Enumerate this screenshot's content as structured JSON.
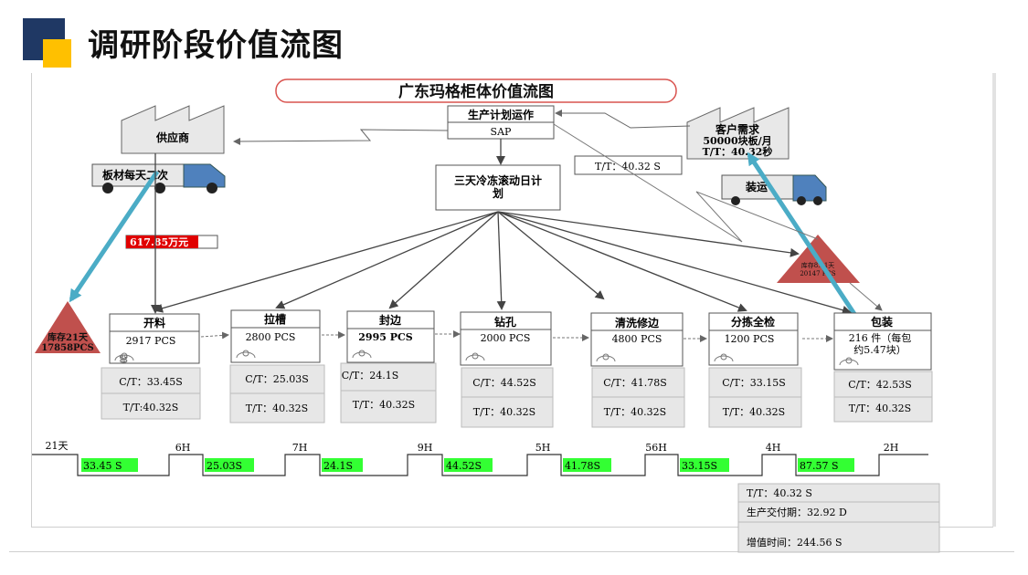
{
  "page_title": "调研阶段价值流图",
  "diagram_title": "广东玛格柜体价值流图",
  "supplier": "供应商",
  "supplier_delivery": "板材每天二次",
  "raw_inventory_value": "617.85万元",
  "production_control": {
    "title": "生产计划运作",
    "system": "SAP"
  },
  "schedule": {
    "line1": "三天冷冻滚动日计",
    "line2": "划"
  },
  "customer": {
    "title": "客户需求",
    "demand": "50000块板/月",
    "takt": "T/T：40.32秒"
  },
  "customer_takt_box": "T/T：40.32 S",
  "shipping": "装运",
  "inventory_start": {
    "line1": "库存21天",
    "line2": "17858PCS"
  },
  "inventory_end": {
    "line1": "库存8.21天",
    "line2": "20147 PCS"
  },
  "processes": [
    {
      "name": "开料",
      "qty": "2917 PCS",
      "ct": "C/T：33.45S",
      "tt": "T/T:40.32S"
    },
    {
      "name": "拉槽",
      "qty": "2800 PCS",
      "ct": "C/T：25.03S",
      "tt": "T/T：40.32S"
    },
    {
      "name": "封边",
      "qty": "2995 PCS",
      "ct": "C/T：24.1S",
      "tt": "T/T：40.32S"
    },
    {
      "name": "钻孔",
      "qty": "2000 PCS",
      "ct": "C/T：44.52S",
      "tt": "T/T：40.32S"
    },
    {
      "name": "清洗修边",
      "qty": "4800 PCS",
      "ct": "C/T：41.78S",
      "tt": "T/T：40.32S"
    },
    {
      "name": "分拣全检",
      "qty": "1200 PCS",
      "ct": "C/T：33.15S",
      "tt": "T/T：40.32S"
    },
    {
      "name": "包装",
      "qty1": "216 件（每包",
      "qty2": "约5.47块）",
      "ct": "C/T：42.53S",
      "tt": "T/T：40.32S"
    }
  ],
  "timeline": {
    "waits": [
      "21天",
      "6H",
      "7H",
      "9H",
      "5H",
      "56H",
      "4H",
      "2H"
    ],
    "cycles": [
      "33.45 S",
      "25.03S",
      "24.1S",
      "44.52S",
      "41.78S",
      "33.15S",
      "87.57 S"
    ]
  },
  "summary": {
    "tt": "T/T：40.32 S",
    "lead": "生产交付期：32.92 D",
    "value_add": "增值时间：244.56 S"
  },
  "colors": {
    "highlight": "#33ff33",
    "triangle": "#c0504d",
    "arrow_blue": "#4bacc6",
    "truck": "#4f81bd"
  }
}
